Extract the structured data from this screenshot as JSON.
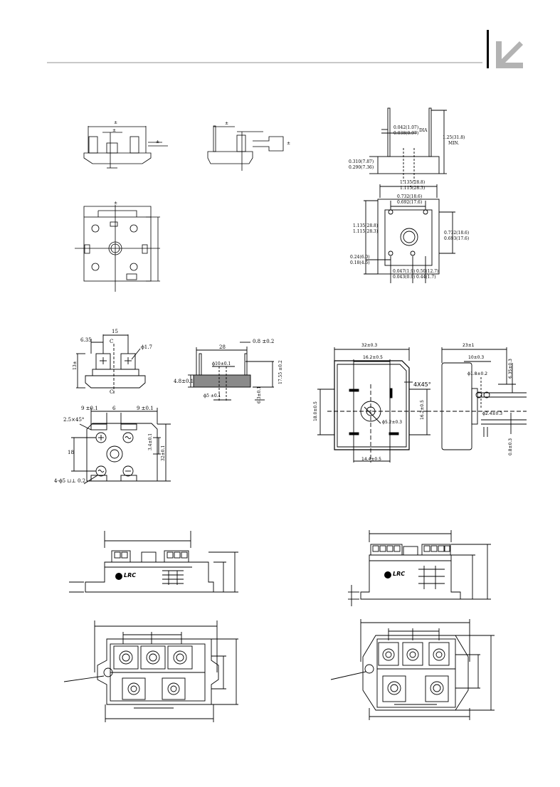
{
  "header": {
    "logo_icon": "arrow-down-left-icon",
    "rule_color": "#c9c9c9",
    "logo_color": "#b3b3b3"
  },
  "fig1": {
    "dims": {
      "pin_dia": "0.042(1.07)",
      "pin_dia_min": "0.038(0.97)",
      "dia_label": "DIA",
      "height": "1.25(31.8)",
      "height_min": "MIN.",
      "body_h_max": "0.310(7.87)",
      "body_h_min": "0.290(7.36)",
      "width_max": "1.135(28.8)",
      "width_min": "1.115(28.3)",
      "hole_sp_max": "0.732(18.6)",
      "hole_sp_min": "0.692(17.6)",
      "side_max": "1.135(28.8)",
      "side_min": "1.115(28.3)",
      "vsp_max": "0.732(18.6)",
      "vsp_min": "0.693(17.6)",
      "edge_max": "0.24(6.0)",
      "edge_min": "0.18(4.6)",
      "pin_w_max": "0.047(1.9)",
      "pin_w_min": "0.043(0.9)",
      "pin_p_max": "0.50(12.7)",
      "pin_p_min": "0.44(1.7)"
    }
  },
  "fig2": {
    "dims": {
      "w15": "15",
      "w635": "6.35",
      "c_top": "C",
      "c_bot": "C",
      "phi17": "ϕ1.7",
      "h13": "13±",
      "w28": "28",
      "t08": "0.8 ±0.2",
      "h48": "4.8±0.1",
      "phi10": "ϕ10±0.1",
      "phi5": "ϕ5 ±0.1",
      "h1755": "17.55 ±0.2",
      "h63": "6.3±0.1",
      "a9l": "9 ±0.1",
      "a6": "6",
      "a9r": "9 ±0.1",
      "chamfer": "2.5×45°",
      "b18": "18",
      "b34": "3.4±0.1",
      "b32": "32±0.1",
      "holes": "4-ϕ5 ⊔⊥ 0.2"
    }
  },
  "fig3": {
    "dims": {
      "top": "32±0.3",
      "inner": "16.2±0.5",
      "chamfer": "4X45°",
      "left": "18.0±0.5",
      "right": "16.2±0.5",
      "hole": "ϕ5.2±0.3",
      "bottom": "14.4±0.5",
      "side_w": "23±1",
      "side_10": "10±0.3",
      "side_18": "ϕ1.8±0.2",
      "side_635": "6.35±0.3",
      "side_24": "ϕ2.4±0.3",
      "side_08": "0.8±0.3"
    }
  },
  "modules": {
    "brand": "LRC"
  },
  "page_sup": {
    "s1": "±",
    "s2": "±",
    "s3": "±",
    "s4": "±",
    "s5": "±",
    "s6": "±"
  }
}
